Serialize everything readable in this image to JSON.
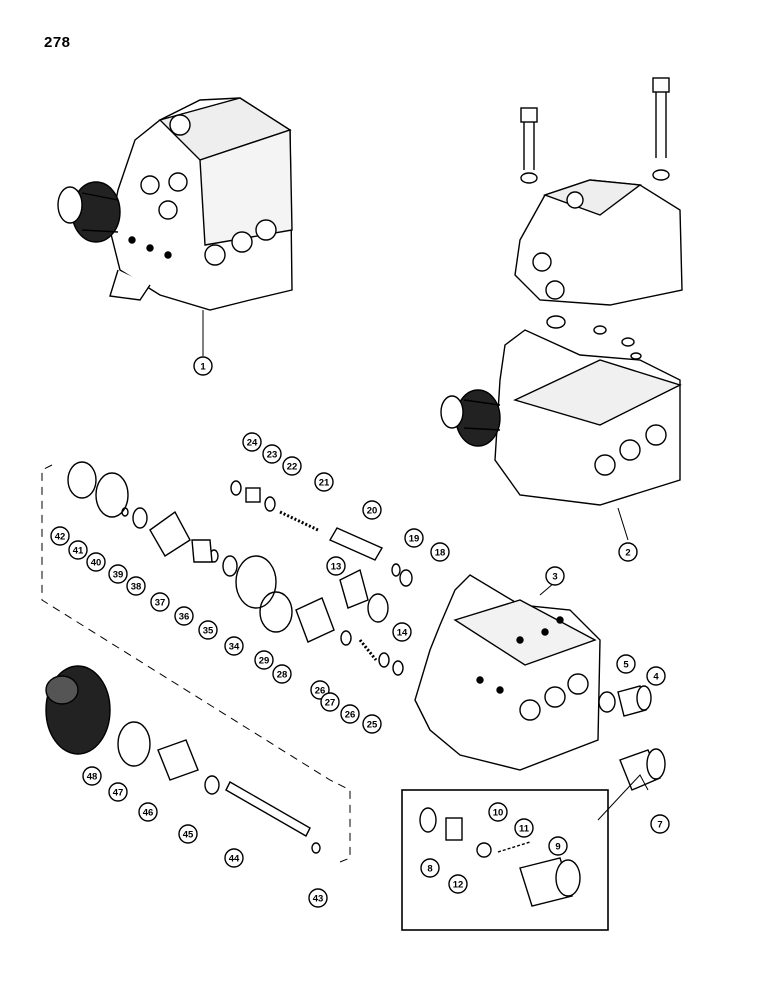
{
  "page_number": "278",
  "colors": {
    "ink": "#000000",
    "paper": "#ffffff",
    "shade": "#b9b9b9"
  },
  "callouts": [
    "1",
    "2",
    "3",
    "4",
    "5",
    "7",
    "8",
    "9",
    "10",
    "11",
    "12",
    "13",
    "14",
    "18",
    "19",
    "20",
    "21",
    "22",
    "23",
    "24",
    "25",
    "26",
    "26",
    "27",
    "28",
    "29",
    "34",
    "35",
    "36",
    "37",
    "38",
    "39",
    "40",
    "41",
    "42",
    "43",
    "44",
    "45",
    "46",
    "47",
    "48"
  ]
}
